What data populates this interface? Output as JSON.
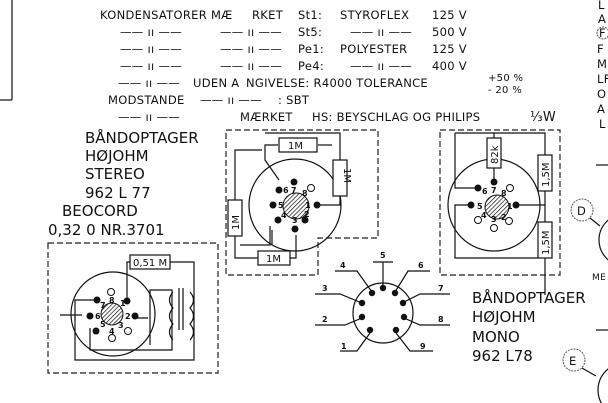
{
  "header": {
    "capacitors_label": "KONDENSATORER MÆ",
    "marked_1": "RKET",
    "st1": "St1:",
    "styroflex": "STYROFLEX",
    "v125a": "125 V",
    "st5": "St5:",
    "v500": "500 V",
    "pe1": "Pe1:",
    "polyester": "POLYESTER",
    "v125b": "125 V",
    "pe4": "Pe4:",
    "v400": "400 V",
    "ditto": "—— ıı ——",
    "uden": "UDEN A",
    "angivelse": "NGIVELSE: R4000 TOLERANCE",
    "tol_plus": "+50 %",
    "tol_minus": "- 20 %",
    "resistors_label": "MODSTANDE",
    "sbt": ": SBT",
    "marked_2": "MÆRKET",
    "hs": "HS: BEYSCHLAG  OG PHILIPS",
    "watt": "⅓W"
  },
  "stereo_recorder": {
    "line1": "BÅNDOPTAGER",
    "line2": "HØJOHM",
    "line3": "STEREO",
    "line4": "962 L 77"
  },
  "beocord": {
    "line1": "BEOCORD",
    "line2": "0,32 0 NR.3701"
  },
  "mono_recorder": {
    "line1": "BÅNDOPTAGER",
    "line2": "HØJOHM",
    "line3": "MONO",
    "line4": "962 L78"
  },
  "resistors": {
    "r_top_mid": "1M",
    "r_right_mid": "1M",
    "r_left_mid": "1M",
    "r_bottom_mid": "1M",
    "r_82k": "82k",
    "r_15m_top": "1,5M",
    "r_15m_bottom": "1,5M",
    "r_051m": "0,51 M"
  },
  "socket_pins": {
    "mid": [
      "1",
      "2",
      "3",
      "4",
      "5",
      "6",
      "7",
      "8"
    ],
    "right": [
      "1",
      "2",
      "3",
      "4",
      "5",
      "6",
      "7",
      "8"
    ],
    "left": [
      "1",
      "2",
      "3",
      "4",
      "5",
      "6",
      "7",
      "8"
    ]
  },
  "connector_pins": [
    "1",
    "2",
    "3",
    "4",
    "5",
    "6",
    "7",
    "8",
    "9"
  ],
  "right_edge": {
    "letters": [
      "L",
      "A",
      "F",
      "F",
      "M",
      "LF",
      "O",
      "A",
      "L"
    ],
    "callout_d": "D",
    "callout_e": "E",
    "me": "ME"
  }
}
